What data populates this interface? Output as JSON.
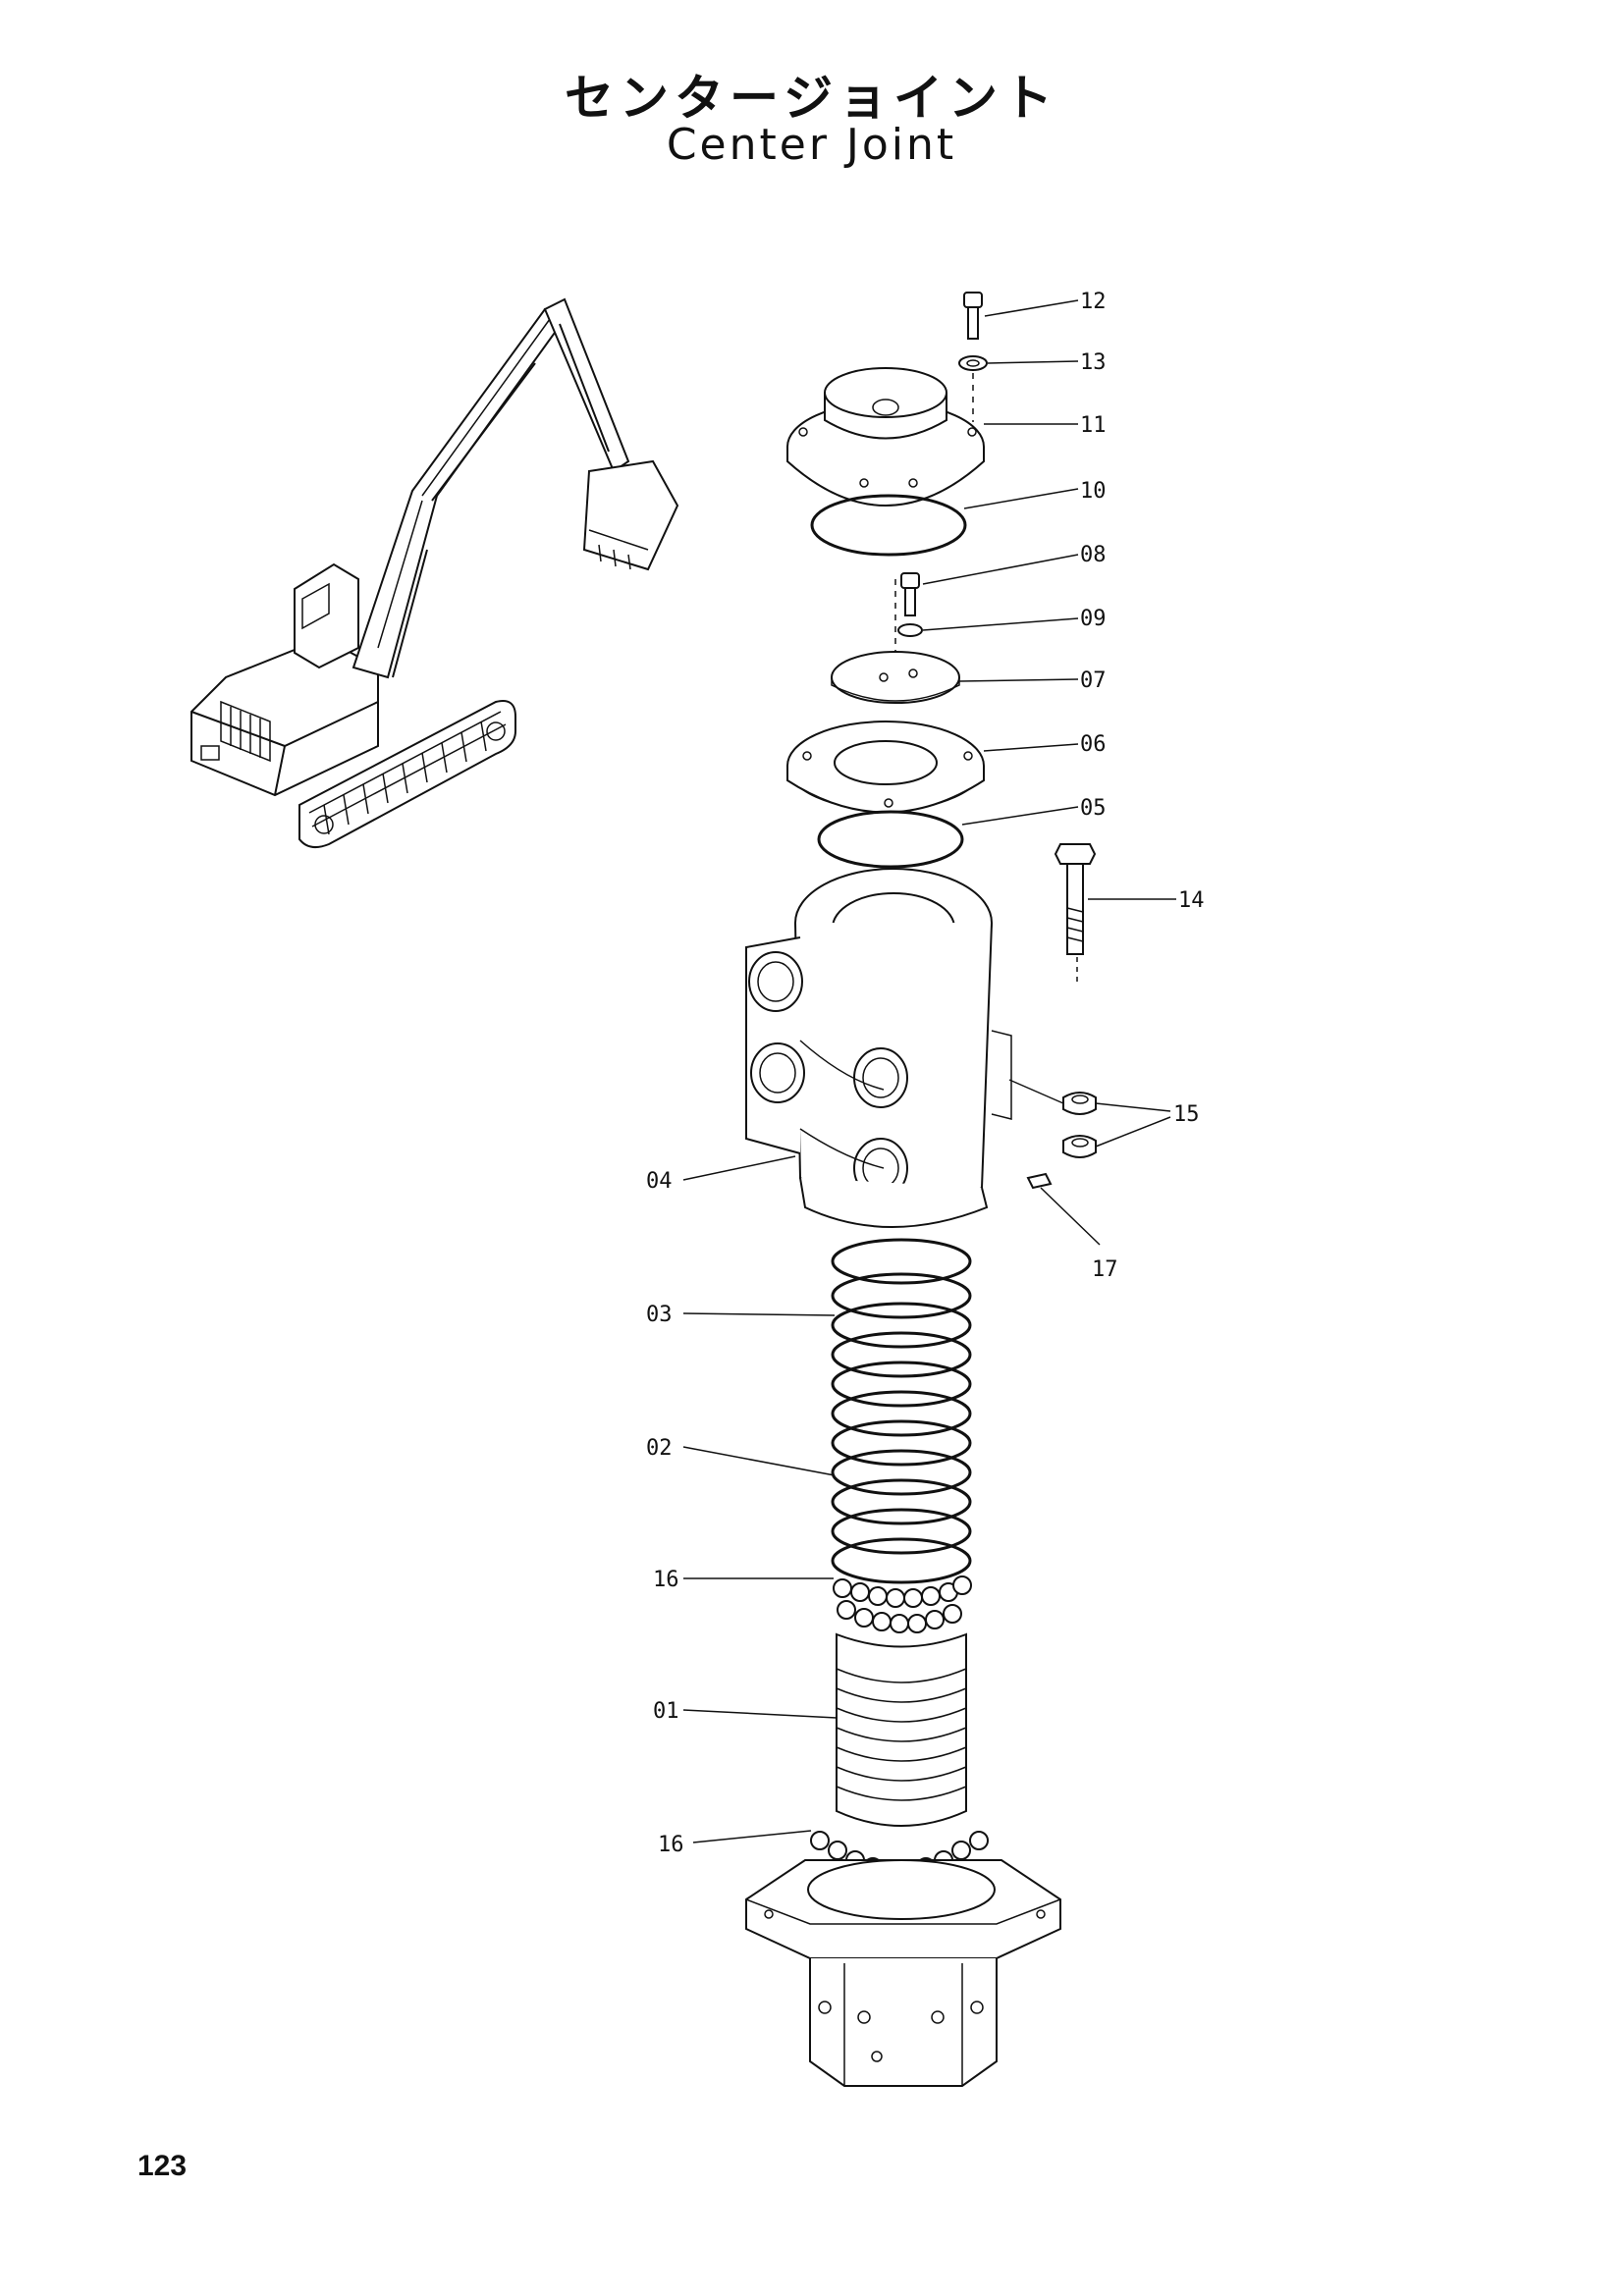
{
  "title": {
    "japanese": "センタージョイント",
    "english": "Center Joint"
  },
  "page_number": "123",
  "parts": [
    {
      "id": "p12",
      "label": "12"
    },
    {
      "id": "p13",
      "label": "13"
    },
    {
      "id": "p11",
      "label": "11"
    },
    {
      "id": "p10",
      "label": "10"
    },
    {
      "id": "p08",
      "label": "08"
    },
    {
      "id": "p09",
      "label": "09"
    },
    {
      "id": "p07",
      "label": "07"
    },
    {
      "id": "p06",
      "label": "06"
    },
    {
      "id": "p05",
      "label": "05"
    },
    {
      "id": "p14",
      "label": "14"
    },
    {
      "id": "p15",
      "label": "15"
    },
    {
      "id": "p04",
      "label": "04"
    },
    {
      "id": "p17",
      "label": "17"
    },
    {
      "id": "p03",
      "label": "03"
    },
    {
      "id": "p02",
      "label": "02"
    },
    {
      "id": "p16a",
      "label": "16"
    },
    {
      "id": "p01",
      "label": "01"
    },
    {
      "id": "p16b",
      "label": "16"
    }
  ]
}
